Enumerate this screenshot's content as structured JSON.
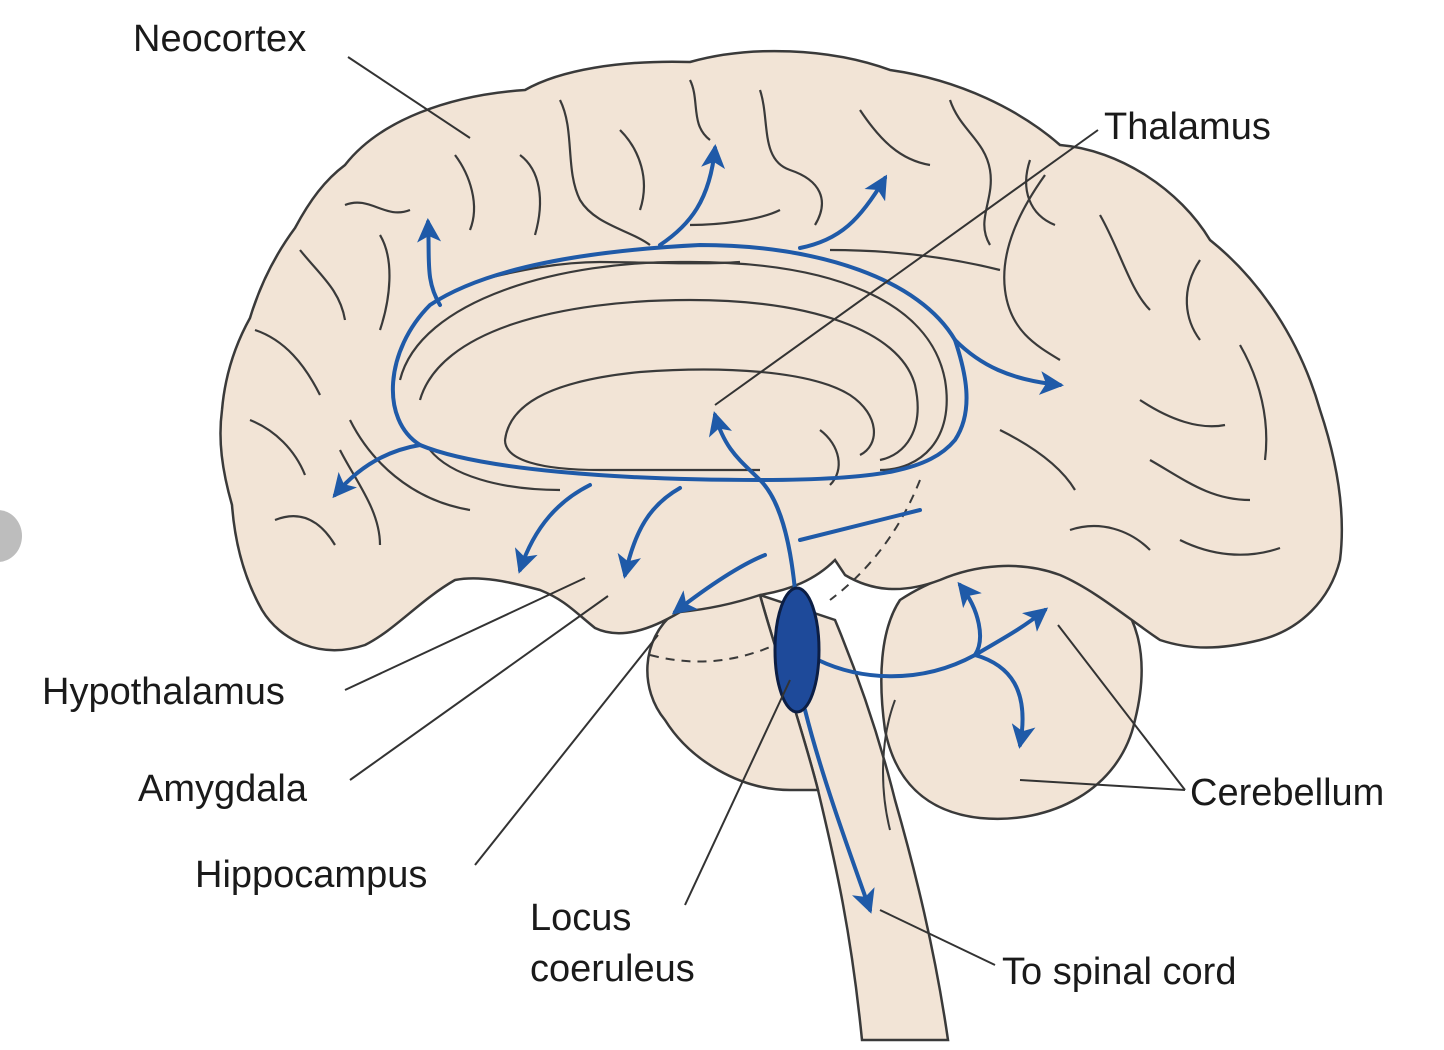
{
  "labels": {
    "neocortex": "Neocortex",
    "thalamus": "Thalamus",
    "hypothalamus": "Hypothalamus",
    "amygdala": "Amygdala",
    "hippocampus": "Hippocampus",
    "locus_line1": "Locus",
    "locus_line2": "coeruleus",
    "cerebellum": "Cerebellum",
    "spinal": "To spinal cord"
  },
  "colors": {
    "brain_fill": "#f2e4d6",
    "outline": "#3a3a3a",
    "pathway": "#1f5aa8",
    "nucleus": "#1e4a9a",
    "leader": "#333333"
  }
}
